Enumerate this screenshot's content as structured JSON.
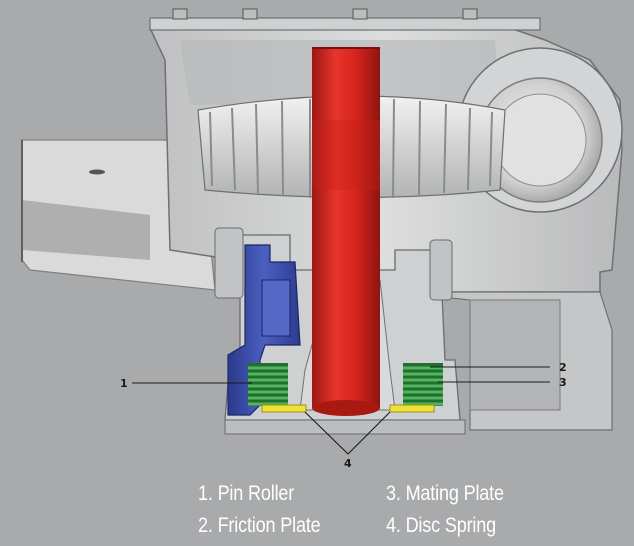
{
  "callouts": {
    "c1": "1",
    "c2": "2",
    "c3": "3",
    "c4": "4"
  },
  "legend": {
    "item1": "1. Pin Roller",
    "item2": "2. Friction Plate",
    "item3": "3. Mating Plate",
    "item4": "4. Disc Spring"
  },
  "colors": {
    "background": "#a9aaab",
    "housing": "#d2d3d4",
    "shaft": "#d8261f",
    "pin_roller": "#3b4fa8",
    "springs": "#2f8a3c",
    "friction_plate": "#e4d62a"
  }
}
